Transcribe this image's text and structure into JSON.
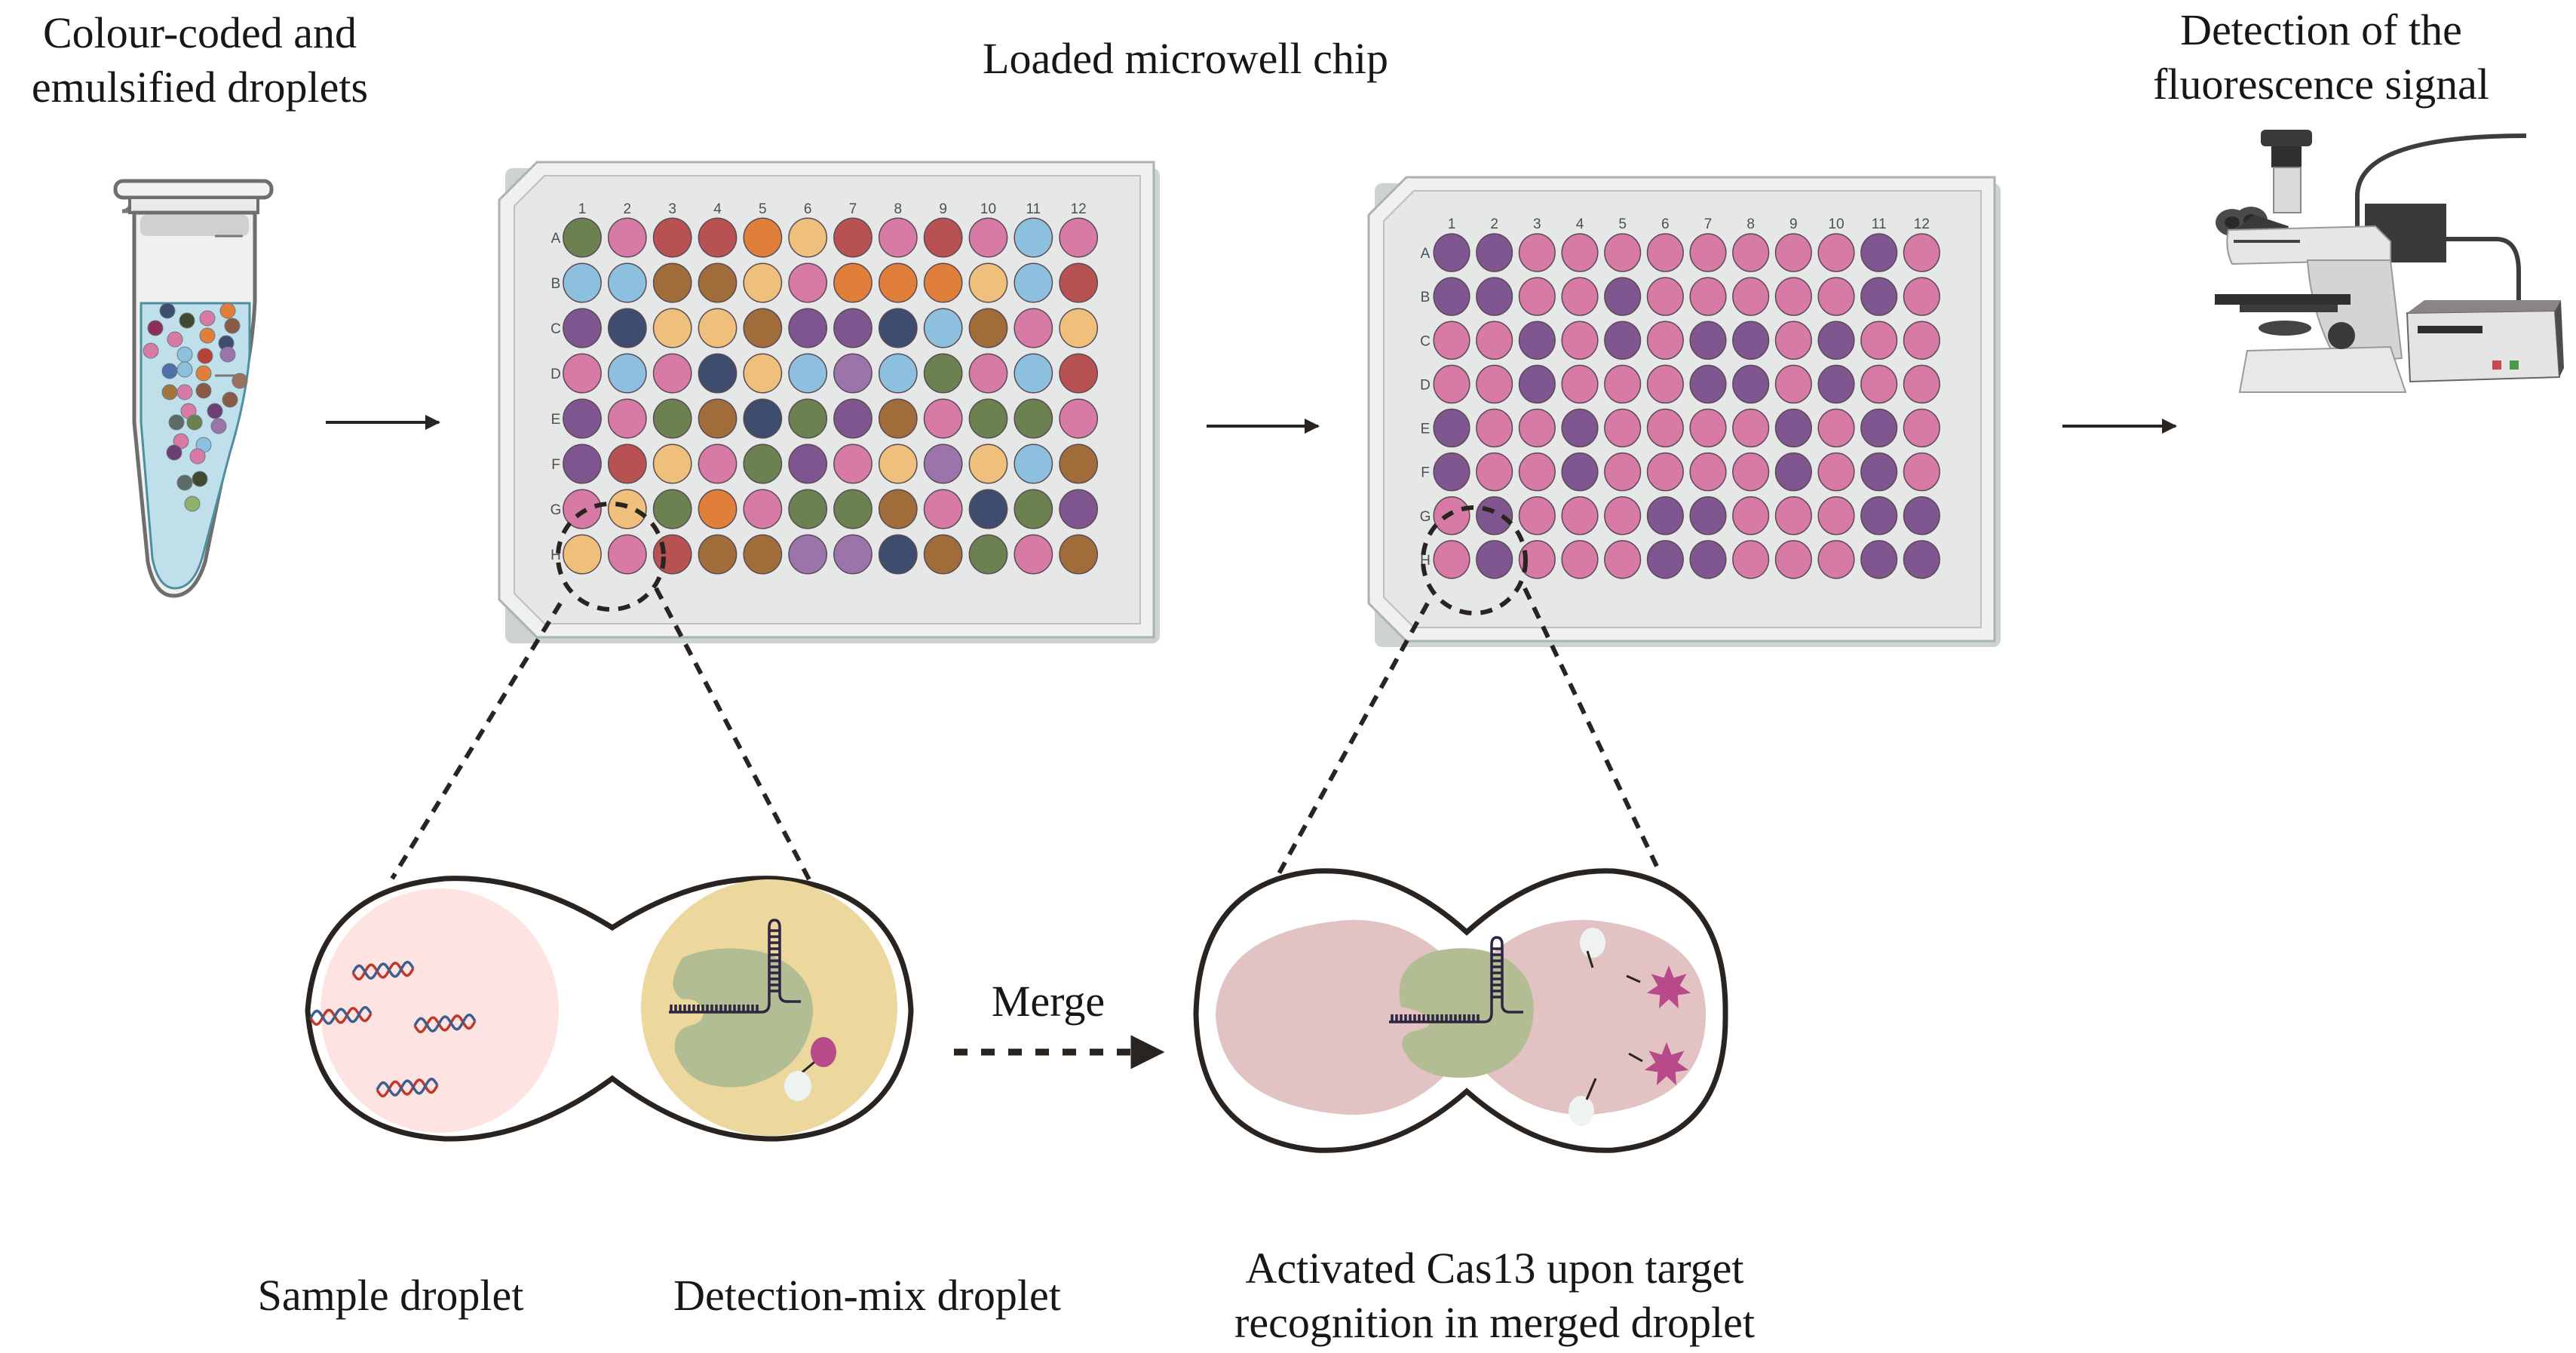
{
  "labels": {
    "tube_title_line1": "Colour-coded and",
    "tube_title_line2": "emulsified droplets",
    "chip_title": "Loaded microwell chip",
    "detection_title_line1": "Detection of the",
    "detection_title_line2": "fluorescence signal",
    "merge": "Merge",
    "sample_droplet": "Sample droplet",
    "detection_mix_droplet": "Detection-mix droplet",
    "merged_line1": "Activated Cas13 upon target",
    "merged_line2": "recognition in merged droplet"
  },
  "plate": {
    "columns": [
      "1",
      "2",
      "3",
      "4",
      "5",
      "6",
      "7",
      "8",
      "9",
      "10",
      "11",
      "12"
    ],
    "rows": [
      "A",
      "B",
      "C",
      "D",
      "E",
      "F",
      "G",
      "H"
    ]
  },
  "colors": {
    "G": "#6b8150",
    "P": "#d77aa6",
    "R": "#b85252",
    "O": "#e07f3a",
    "Y": "#eec07c",
    "B": "#8cc0de",
    "Br": "#a06c3a",
    "Pu": "#7f558f",
    "N": "#3e4c6e",
    "L": "#9c74ac",
    "U": "#7f5690"
  },
  "plate1_wells": [
    [
      "G",
      "P",
      "R",
      "R",
      "O",
      "Y",
      "R",
      "P",
      "R",
      "P",
      "B",
      "P"
    ],
    [
      "B",
      "B",
      "Br",
      "Br",
      "Y",
      "P",
      "O",
      "O",
      "O",
      "Y",
      "B",
      "R"
    ],
    [
      "Pu",
      "N",
      "Y",
      "Y",
      "Br",
      "Pu",
      "Pu",
      "N",
      "B",
      "Br",
      "P",
      "Y"
    ],
    [
      "P",
      "B",
      "P",
      "N",
      "Y",
      "B",
      "L",
      "B",
      "G",
      "P",
      "B",
      "R"
    ],
    [
      "Pu",
      "P",
      "G",
      "Br",
      "N",
      "G",
      "Pu",
      "Br",
      "P",
      "G",
      "G",
      "P"
    ],
    [
      "Pu",
      "R",
      "Y",
      "P",
      "G",
      "Pu",
      "P",
      "Y",
      "L",
      "Y",
      "B",
      "Br"
    ],
    [
      "P",
      "Y",
      "G",
      "O",
      "P",
      "G",
      "G",
      "Br",
      "P",
      "N",
      "G",
      "Pu"
    ],
    [
      "Y",
      "P",
      "R",
      "Br",
      "Br",
      "L",
      "L",
      "N",
      "Br",
      "G",
      "P",
      "Br"
    ]
  ],
  "plate2_wells": [
    [
      "U",
      "U",
      "P",
      "P",
      "P",
      "P",
      "P",
      "P",
      "P",
      "P",
      "U",
      "P"
    ],
    [
      "U",
      "U",
      "P",
      "P",
      "U",
      "P",
      "P",
      "P",
      "P",
      "P",
      "U",
      "P"
    ],
    [
      "P",
      "P",
      "U",
      "P",
      "U",
      "P",
      "U",
      "U",
      "P",
      "U",
      "P",
      "P"
    ],
    [
      "P",
      "P",
      "U",
      "P",
      "P",
      "P",
      "U",
      "U",
      "P",
      "U",
      "P",
      "P"
    ],
    [
      "U",
      "P",
      "P",
      "U",
      "P",
      "P",
      "P",
      "P",
      "U",
      "P",
      "U",
      "P"
    ],
    [
      "U",
      "P",
      "P",
      "U",
      "P",
      "P",
      "P",
      "P",
      "U",
      "P",
      "U",
      "P"
    ],
    [
      "P",
      "U",
      "P",
      "P",
      "P",
      "U",
      "U",
      "P",
      "P",
      "P",
      "U",
      "U"
    ],
    [
      "P",
      "U",
      "P",
      "P",
      "P",
      "U",
      "U",
      "P",
      "P",
      "P",
      "U",
      "U"
    ]
  ],
  "tube_droplets": [
    "N",
    "#3f4a2e",
    "P",
    "O",
    "#8a2f5a",
    "O",
    "#8a5a48",
    "P",
    "N",
    "P",
    "B",
    "#b94236",
    "L",
    "#4f6fa8",
    "B",
    "O",
    "#9c7160",
    "#a27440",
    "P",
    "#8a5a48",
    "#8a5a48",
    "P",
    "#6d3f73",
    "#5c6b68",
    "G",
    "L",
    "P",
    "B",
    "#6d3f73",
    "P",
    "#5c6b68",
    "#3f4a2e",
    "#8fb06a"
  ],
  "illustration_colors": {
    "sample_fill": "#fde4e3",
    "detection_fill": "#ecd89c",
    "merged_fill": "#e2c2c2",
    "cas13": "#b3bd93",
    "reporter_fluor": "#b84a8a",
    "quencher": "#eef2f2",
    "outline": "#2a2420",
    "rna_red": "#c0392b",
    "rna_blue": "#3d5f8f",
    "crrna": "#2e2540"
  }
}
